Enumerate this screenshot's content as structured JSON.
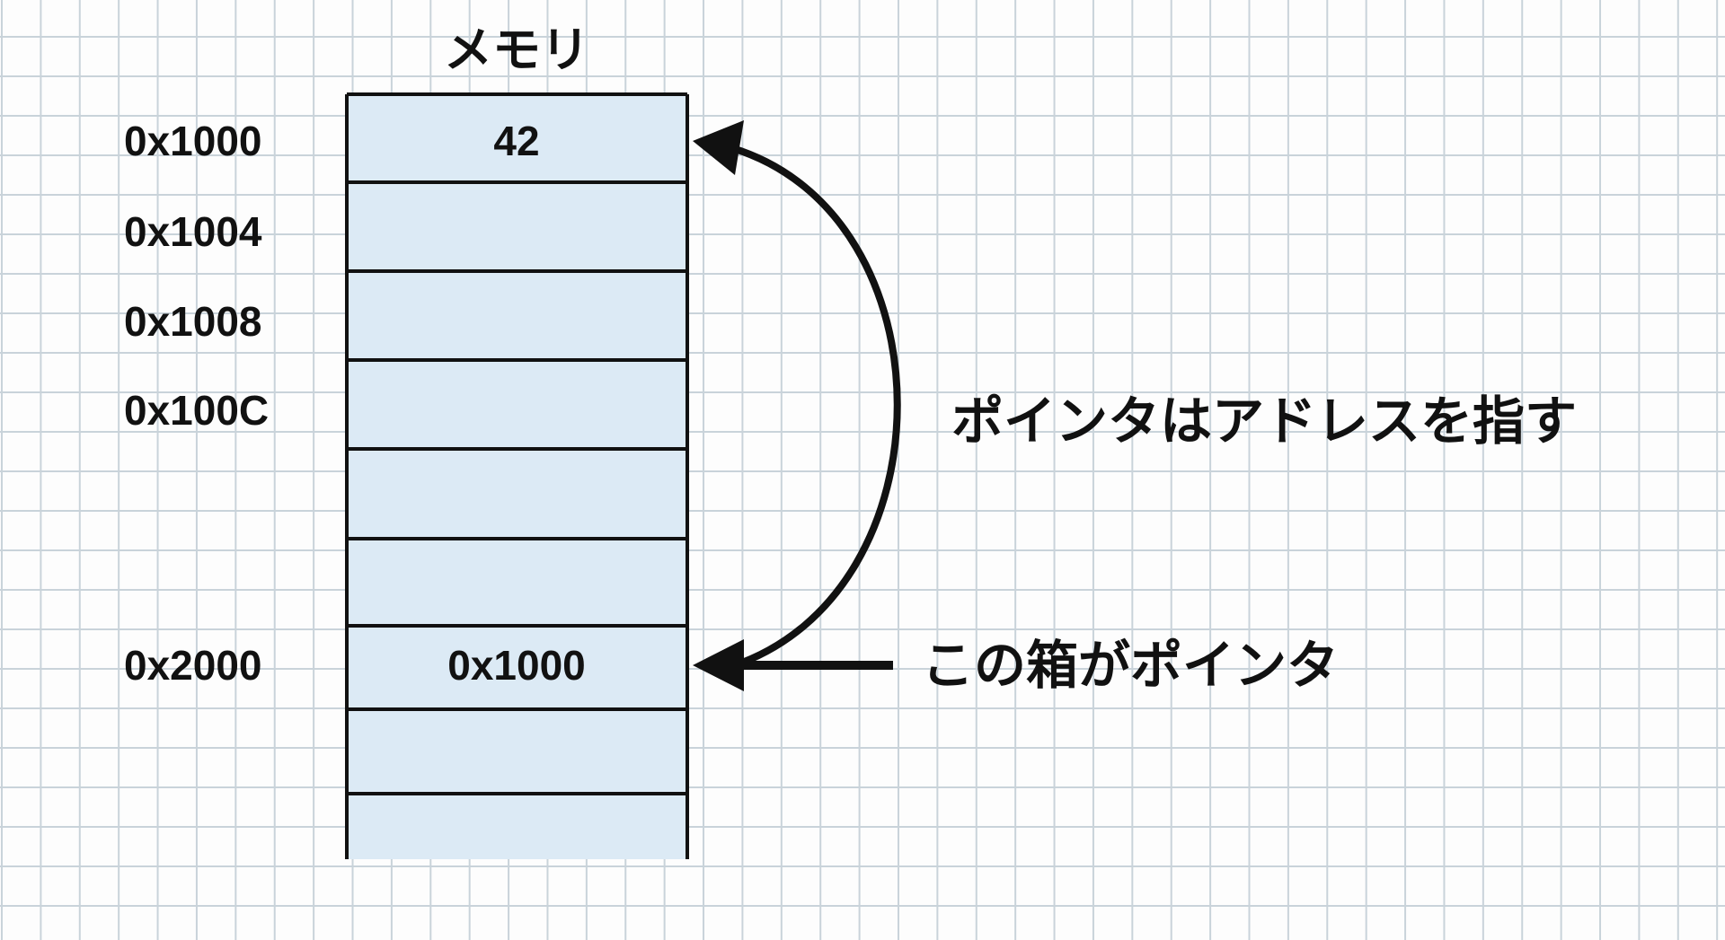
{
  "title": "メモリ",
  "memory_rows": [
    {
      "address": "0x1000",
      "value": "42"
    },
    {
      "address": "0x1004",
      "value": ""
    },
    {
      "address": "0x1008",
      "value": ""
    },
    {
      "address": "0x100C",
      "value": ""
    },
    {
      "address": "",
      "value": ""
    },
    {
      "address": "",
      "value": ""
    },
    {
      "address": "0x2000",
      "value": "0x1000"
    },
    {
      "address": "",
      "value": ""
    },
    {
      "address": "",
      "value": ""
    }
  ],
  "annotations": {
    "curved_arrow_label": "ポインタはアドレスを指す",
    "straight_arrow_label": "この箱がポインタ"
  },
  "colors": {
    "cell_fill": "#dceaf5",
    "stroke": "#111111",
    "grid": "#c9d3da"
  }
}
